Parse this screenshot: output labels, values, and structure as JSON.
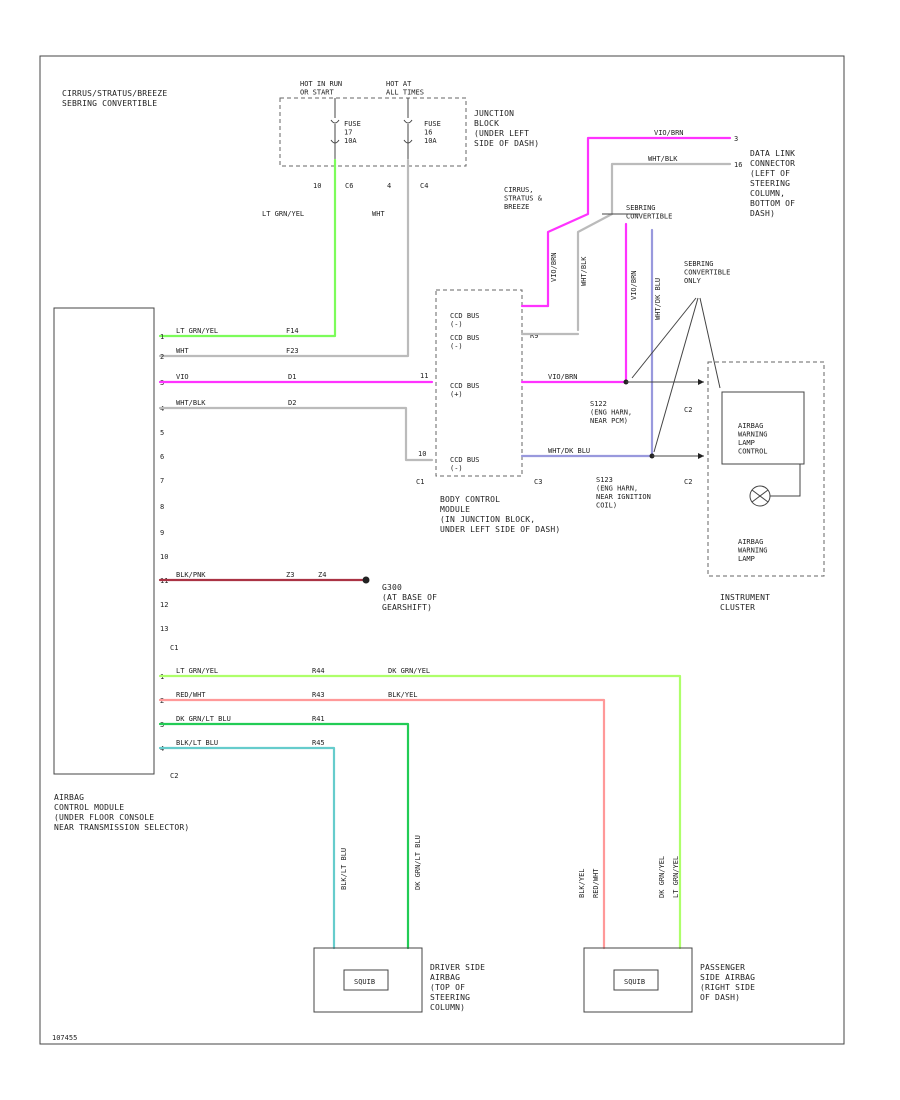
{
  "frame_id": "107455",
  "note": "CIRRUS/STRATUS/BREEZE\nSEBRING CONVERTIBLE",
  "junction_block": {
    "label": "JUNCTION\nBLOCK\n(UNDER LEFT\nSIDE OF DASH)",
    "hot_run_start": "HOT IN RUN\nOR START",
    "hot_at_all_times": "HOT AT\nALL TIMES",
    "fuse17": "FUSE\n17\n10A",
    "fuse16": "FUSE\n16\n10A",
    "pins": [
      "10",
      "C6",
      "4",
      "C4"
    ],
    "wire_ltgrn": "LT GRN/YEL",
    "wire_wht": "WHT"
  },
  "data_link": {
    "label": "DATA LINK\nCONNECTOR\n(LEFT OF\nSTEERING\nCOLUMN,\nBOTTOM OF\nDASH)",
    "wire_top": "VIO/BRN",
    "wire_bot": "WHT/BLK",
    "pin_top": "3",
    "pin_bot": "16"
  },
  "cirrus_label": "CIRRUS,\nSTRATUS &\nBREEZE",
  "sebring_label": "SEBRING\nCONVERTIBLE",
  "sebring_only": "SEBRING\nCONVERTIBLE\nONLY",
  "vert_wires": {
    "v1": "VIO/BRN",
    "v2": "WHT/BLK",
    "v3": "VIO/BRN",
    "v4": "WHT/DK BLU"
  },
  "bcm": {
    "label": "BODY CONTROL\nMODULE\n(IN JUNCTION BLOCK,\nUNDER LEFT SIDE OF DASH)",
    "ccd1": "CCD BUS\n(-)",
    "ccd2": "CCD BUS\n(-)",
    "ccd3": "CCD BUS\n(+)",
    "ccd4": "CCD BUS\n(-)",
    "pin_left1": "C1",
    "pin_left2": "C3",
    "pin_r1": "R9",
    "pin_r2": "C3",
    "pin_l_num": "11",
    "pin_l_num2": "10"
  },
  "splices": {
    "s122": "S122\n(ENG HARN,\nNEAR PCM)",
    "s123": "S123\n(ENG HARN,\nNEAR IGNITION\nCOIL)",
    "wire_vio": "VIO/BRN",
    "wire_wht": "WHT/DK BLU"
  },
  "cluster": {
    "label": "INSTRUMENT\nCLUSTER",
    "top": "AIRBAG\nWARNING\nLAMP\nCONTROL",
    "bottom": "AIRBAG\nWARNING\nLAMP",
    "c2a": "C2",
    "c2b": "C2"
  },
  "acm": {
    "label": "AIRBAG\nCONTROL MODULE\n(UNDER FLOOR CONSOLE\nNEAR TRANSMISSION SELECTOR)",
    "c1": "C1",
    "c2": "C2",
    "pins": [
      "1",
      "2",
      "3",
      "4",
      "5",
      "6",
      "7",
      "8",
      "9",
      "10",
      "11",
      "12",
      "13"
    ],
    "pins2": [
      "1",
      "2",
      "3",
      "4"
    ],
    "wire_ltgrn": "LT GRN/YEL",
    "wire_wht": "WHT",
    "wire_vio": "VIO",
    "wire_whtblk": "WHT/BLK",
    "wire_blkpnk": "BLK/PNK",
    "code_ltgrn": "F14",
    "code_wht": "F23",
    "code_vio": "D1",
    "code_whtblk": "D2",
    "code_blkpnk1": "Z3",
    "code_blkpnk2": "Z4"
  },
  "ground": {
    "label": "G300\n(AT BASE OF\nGEARSHIFT)"
  },
  "airbag_wires": {
    "w1": "LT GRN/YEL",
    "w1c": "R44",
    "w1b": "DK GRN/YEL",
    "w2": "RED/WHT",
    "w2c": "R43",
    "w2b": "BLK/YEL",
    "w3": "DK GRN/LT BLU",
    "w3c": "R41",
    "w4": "BLK/LT BLU",
    "w4c": "R45"
  },
  "driver": {
    "label": "DRIVER SIDE\nAIRBAG\n(TOP OF\nSTEERING\nCOLUMN)",
    "wire_a": "BLK/LT BLU",
    "wire_b": "DK GRN/LT BLU",
    "squib": "SQUIB"
  },
  "passenger": {
    "label": "PASSENGER\nSIDE AIRBAG\n(RIGHT SIDE\nOF DASH)",
    "wire_a": "BLK/YEL",
    "wire_a2": "RED/WHT",
    "wire_b": "DK GRN/YEL",
    "wire_b2": "LT GRN/YEL",
    "squib": "SQUIB"
  },
  "colors": {
    "ltgrn": "#7CFC5A",
    "magenta": "#FF33FF",
    "pink": "#FF9999",
    "dkgrn": "#22CC55",
    "ltblu": "#66CCCC",
    "blkpnk": "#AA3344",
    "ltblue_wire": "#9999DD",
    "grey": "#888888"
  }
}
